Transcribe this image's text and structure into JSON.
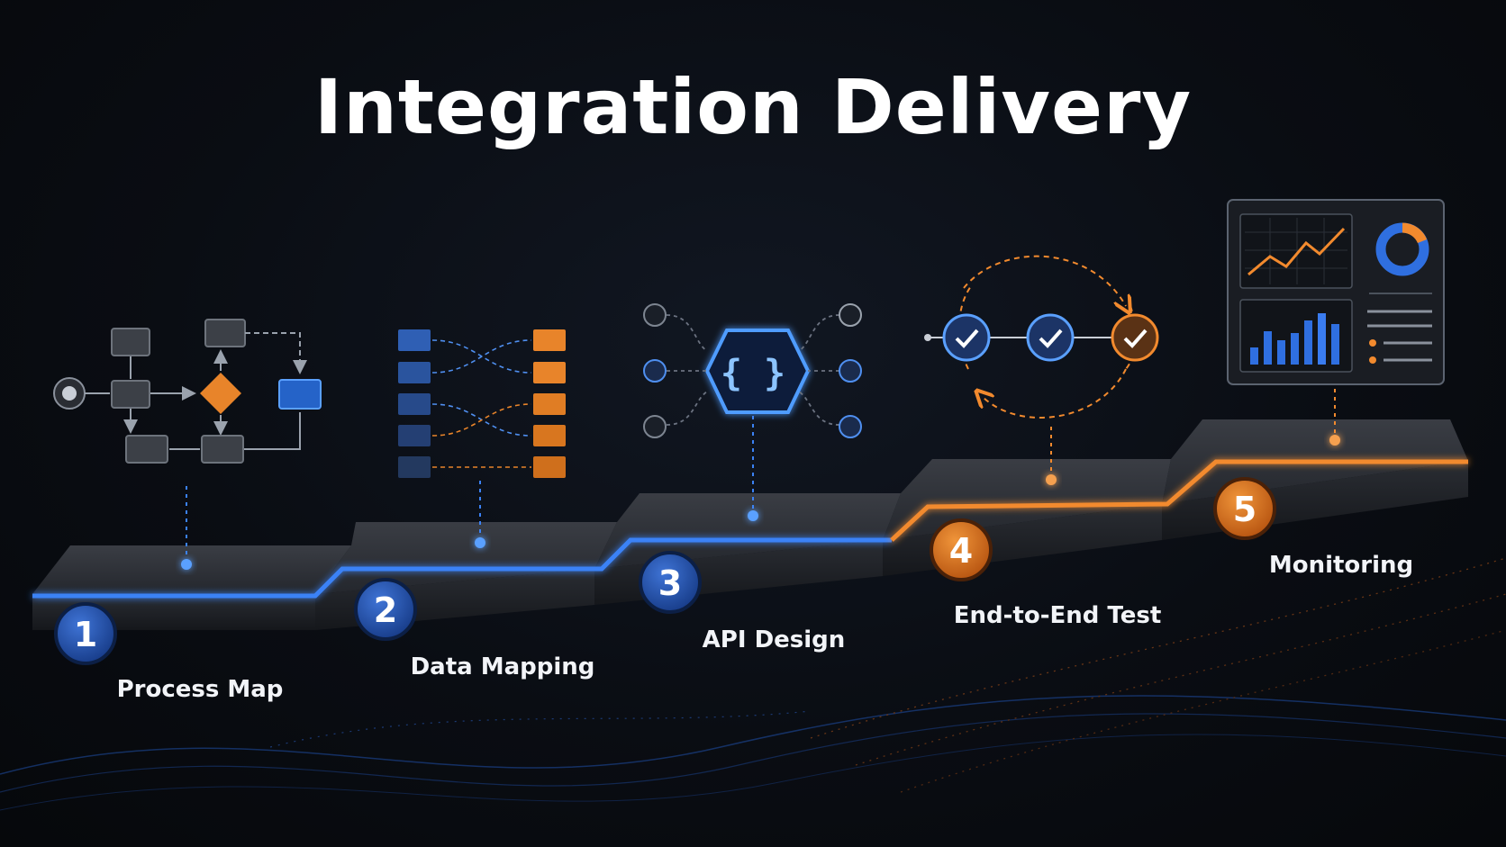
{
  "title": "Integration Delivery",
  "colors": {
    "blue": "#3b82f6",
    "orange": "#f28a2e",
    "background": "#0a0d13"
  },
  "steps": [
    {
      "number": "1",
      "label": "Process Map",
      "icon": "flowchart-icon",
      "accent": "blue"
    },
    {
      "number": "2",
      "label": "Data Mapping",
      "icon": "data-mapping-icon",
      "accent": "blue"
    },
    {
      "number": "3",
      "label": "API Design",
      "icon": "api-braces-icon",
      "accent": "blue"
    },
    {
      "number": "4",
      "label": "End-to-End Test",
      "icon": "test-cycle-icon",
      "accent": "orange"
    },
    {
      "number": "5",
      "label": "Monitoring",
      "icon": "dashboard-icon",
      "accent": "orange"
    }
  ],
  "icons": {
    "api": "{ }"
  }
}
